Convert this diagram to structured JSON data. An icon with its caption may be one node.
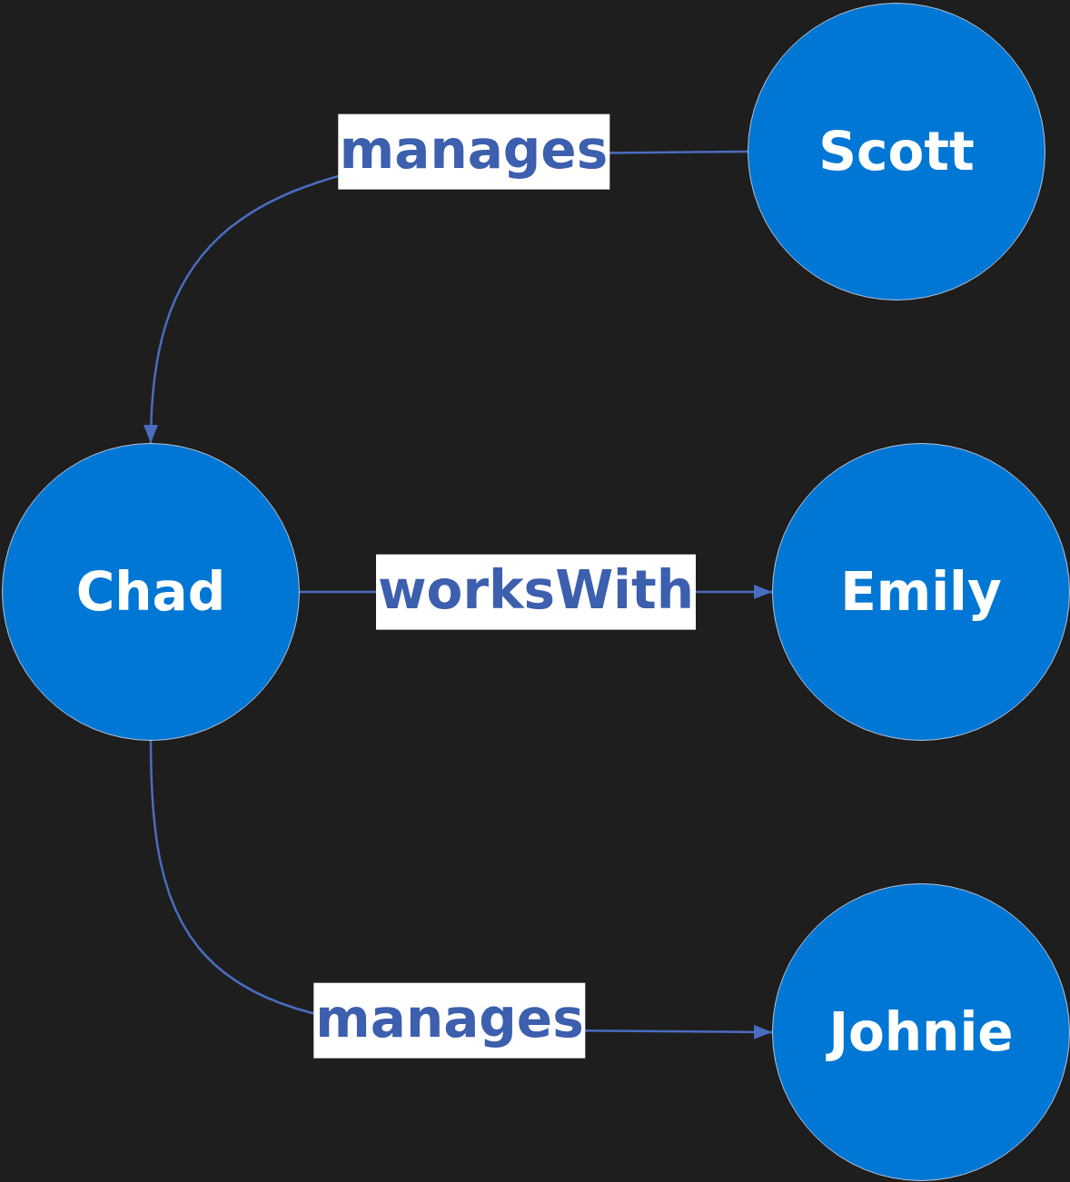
{
  "diagram": {
    "nodes": [
      {
        "text": [
          "Scott"
        ]
      },
      {
        "text": [
          "Chad"
        ]
      },
      {
        "text": [
          "Emily"
        ]
      },
      {
        "text": [
          "Johnie"
        ]
      }
    ],
    "edges": [
      {
        "from": 0,
        "to": 1,
        "arrow": "to",
        "label": "manages"
      },
      {
        "from": 1,
        "to": 2,
        "arrow": "to",
        "label": "worksWith"
      },
      {
        "from": 1,
        "to": 3,
        "arrow": "to",
        "label": "manages"
      }
    ]
  }
}
